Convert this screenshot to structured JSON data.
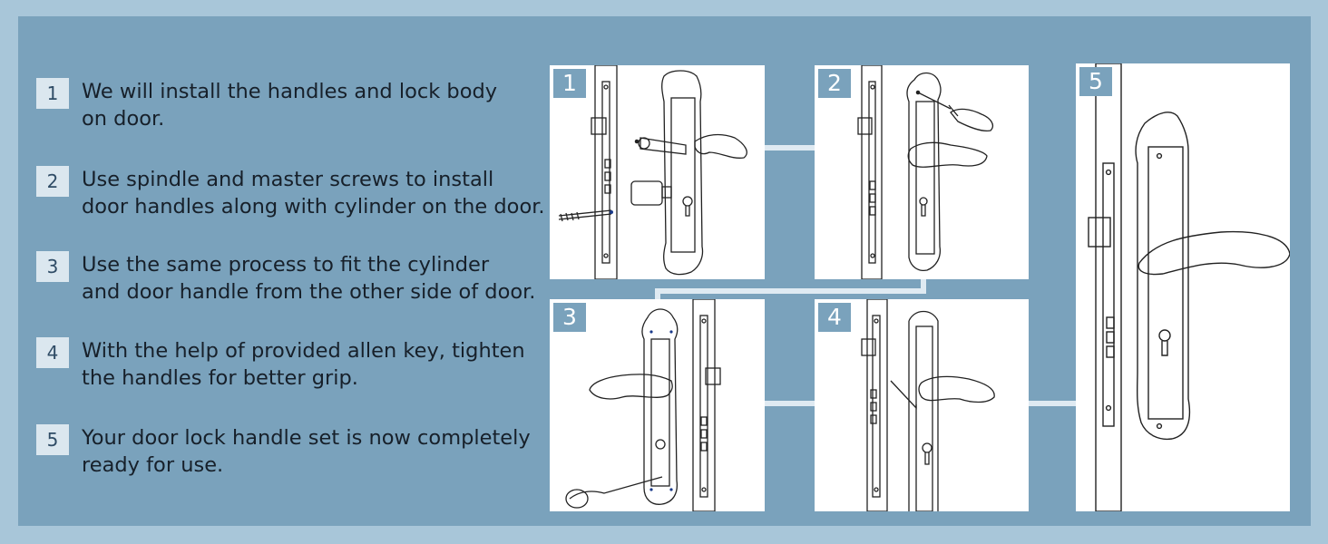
{
  "steps": [
    {
      "num": "1",
      "lines": [
        "We will install the handles and lock body",
        "on door."
      ]
    },
    {
      "num": "2",
      "lines": [
        "Use spindle and master screws to install",
        "door handles along with cylinder on the door."
      ]
    },
    {
      "num": "3",
      "lines": [
        "Use the same process to fit the cylinder",
        "and door handle from the other side of door."
      ]
    },
    {
      "num": "4",
      "lines": [
        "With the help of provided allen key, tighten",
        "the handles for better grip."
      ]
    },
    {
      "num": "5",
      "lines": [
        "Your door lock handle set is now completely",
        "ready for use."
      ]
    }
  ],
  "panels": [
    {
      "badge": "1"
    },
    {
      "badge": "2"
    },
    {
      "badge": "3"
    },
    {
      "badge": "4"
    },
    {
      "badge": "5"
    }
  ],
  "colors": {
    "outer": "#a8c6d9",
    "inner": "#7aa2bc",
    "badge_bg": "#7aa2bc",
    "num_bg": "#dbe7ef",
    "connector": "#dfeaf2"
  }
}
